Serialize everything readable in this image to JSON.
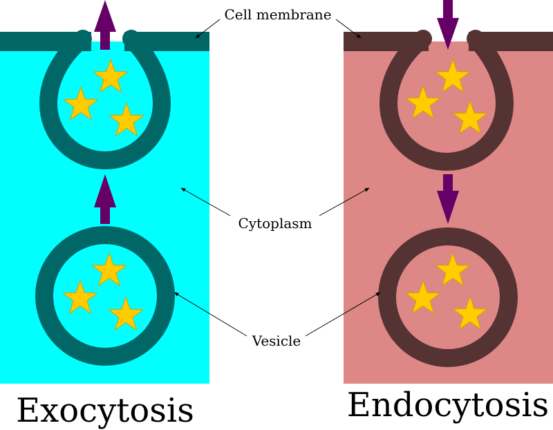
{
  "labels": {
    "cell_membrane": "Cell membrane",
    "cytoplasm": "Cytoplasm",
    "vesicle": "Vesicle"
  },
  "titles": {
    "exocytosis": "Exocytosis",
    "endocytosis": "Endocytosis"
  },
  "colors": {
    "exo_background": "#00ffff",
    "exo_membrane": "#006666",
    "endo_background": "#de8787",
    "endo_membrane": "#553333",
    "arrow": "#660066",
    "star": "#ffcc00",
    "star_outline": "#d4a000",
    "pointer": "#000000"
  }
}
